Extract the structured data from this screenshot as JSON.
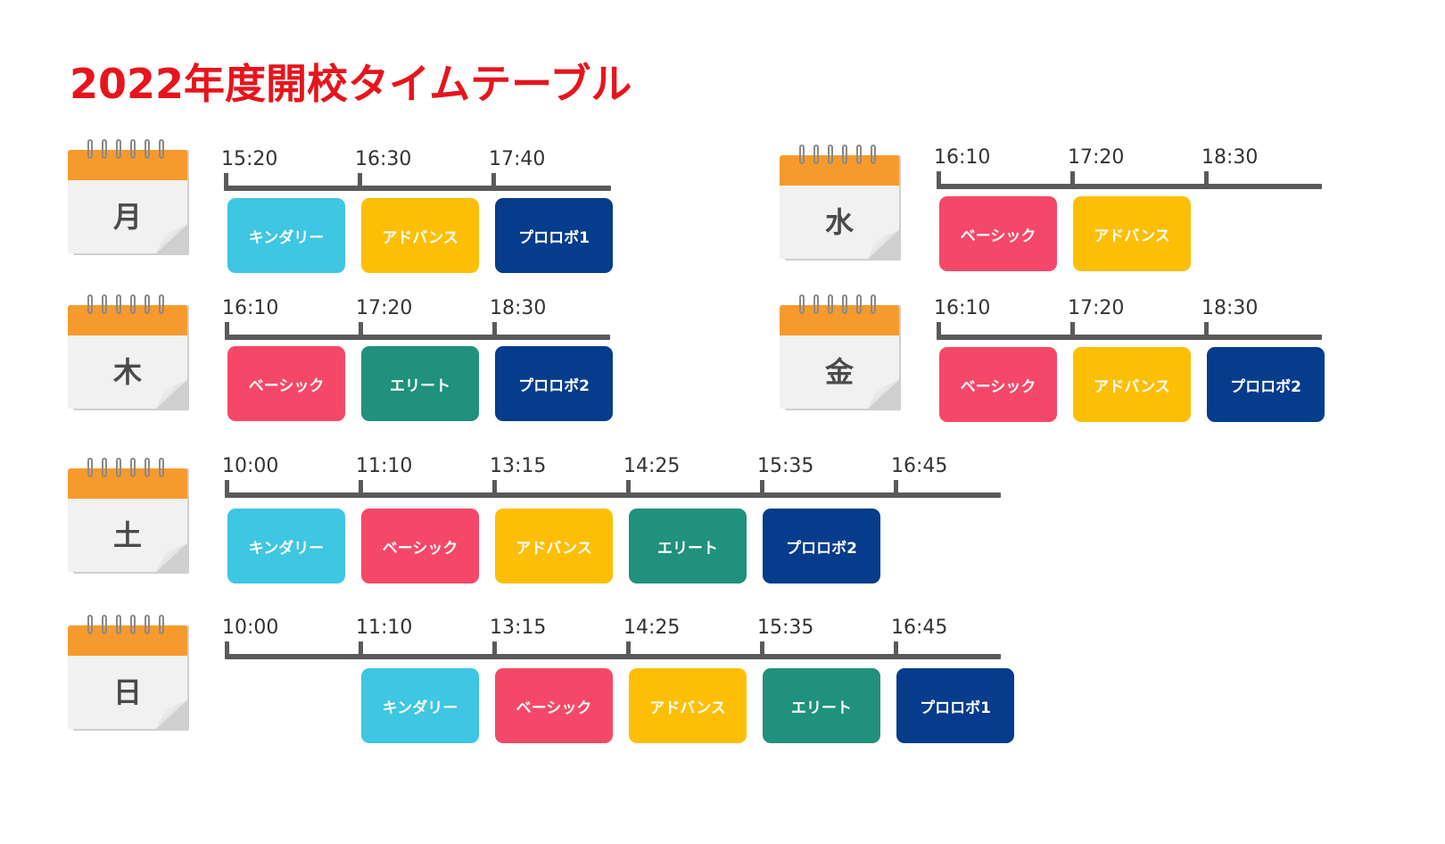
{
  "title": "2022年度開校タイムテーブル",
  "colors": {
    "キンダリー": "#3ec6e2",
    "ベーシック": "#f54868",
    "アドバンス": "#fdbf06",
    "エリート": "#1f917c",
    "プロロボ1": "#063c8c",
    "プロロボ2": "#063c8c",
    "title": "#e8141c",
    "calendar_top": "#f79a2e"
  },
  "days": [
    {
      "day": "月",
      "times": [
        "15:20",
        "16:30",
        "17:40"
      ],
      "classes": [
        {
          "slot": 0,
          "name": "キンダリー"
        },
        {
          "slot": 1,
          "name": "アドバンス"
        },
        {
          "slot": 2,
          "name": "プロロボ1"
        }
      ]
    },
    {
      "day": "水",
      "times": [
        "16:10",
        "17:20",
        "18:30"
      ],
      "classes": [
        {
          "slot": 0,
          "name": "ベーシック"
        },
        {
          "slot": 1,
          "name": "アドバンス"
        }
      ]
    },
    {
      "day": "木",
      "times": [
        "16:10",
        "17:20",
        "18:30"
      ],
      "classes": [
        {
          "slot": 0,
          "name": "ベーシック"
        },
        {
          "slot": 1,
          "name": "エリート"
        },
        {
          "slot": 2,
          "name": "プロロボ2"
        }
      ]
    },
    {
      "day": "金",
      "times": [
        "16:10",
        "17:20",
        "18:30"
      ],
      "classes": [
        {
          "slot": 0,
          "name": "ベーシック"
        },
        {
          "slot": 1,
          "name": "アドバンス"
        },
        {
          "slot": 2,
          "name": "プロロボ2"
        }
      ]
    },
    {
      "day": "土",
      "times": [
        "10:00",
        "11:10",
        "13:15",
        "14:25",
        "15:35",
        "16:45"
      ],
      "classes": [
        {
          "slot": 0,
          "name": "キンダリー"
        },
        {
          "slot": 1,
          "name": "ベーシック"
        },
        {
          "slot": 2,
          "name": "アドバンス"
        },
        {
          "slot": 3,
          "name": "エリート"
        },
        {
          "slot": 4,
          "name": "プロロボ2"
        }
      ]
    },
    {
      "day": "日",
      "times": [
        "10:00",
        "11:10",
        "13:15",
        "14:25",
        "15:35",
        "16:45"
      ],
      "classes": [
        {
          "slot": 1,
          "name": "キンダリー"
        },
        {
          "slot": 2,
          "name": "ベーシック"
        },
        {
          "slot": 3,
          "name": "アドバンス"
        },
        {
          "slot": 4,
          "name": "エリート"
        },
        {
          "slot": 5,
          "name": "プロロボ1"
        }
      ]
    }
  ]
}
